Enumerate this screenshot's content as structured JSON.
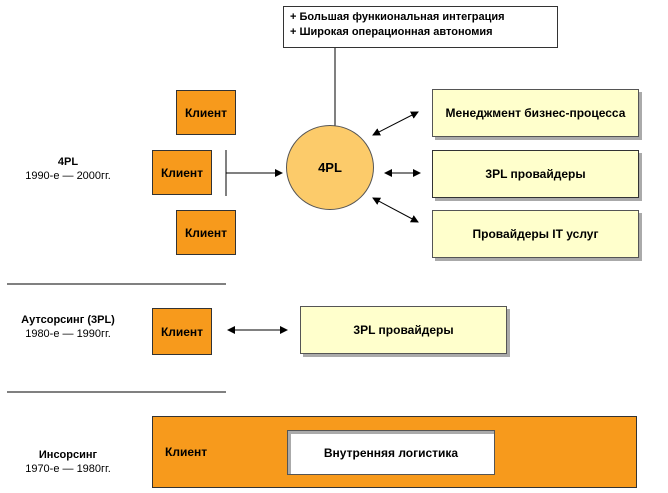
{
  "top_note": {
    "line1": "+ Большая функиональная интеграция",
    "line2": "+ Широкая операционная автономия"
  },
  "eras": {
    "fourpl": {
      "title": "4PL",
      "dates": "1990-е  —  2000гг."
    },
    "outsourcing": {
      "title": "Аутсорсинг (3PL)",
      "dates": "1980-е  —  1990гг."
    },
    "insourcing": {
      "title": "Инсорсинг",
      "dates": "1970-е  —  1980гг."
    }
  },
  "client_label": "Клиент",
  "center": {
    "label": "4PL"
  },
  "right_boxes": {
    "bpm": "Менеджмент бизнес-процесса",
    "tpl": "3PL провайдеры",
    "it": "Провайдеры IT услуг"
  },
  "outsourcing_box": "3PL провайдеры",
  "insourcing_inner": "Внутренняя логистика",
  "colors": {
    "orange": "#f79a1c",
    "cream": "#ffffcc",
    "circle": "#fccb6a"
  }
}
